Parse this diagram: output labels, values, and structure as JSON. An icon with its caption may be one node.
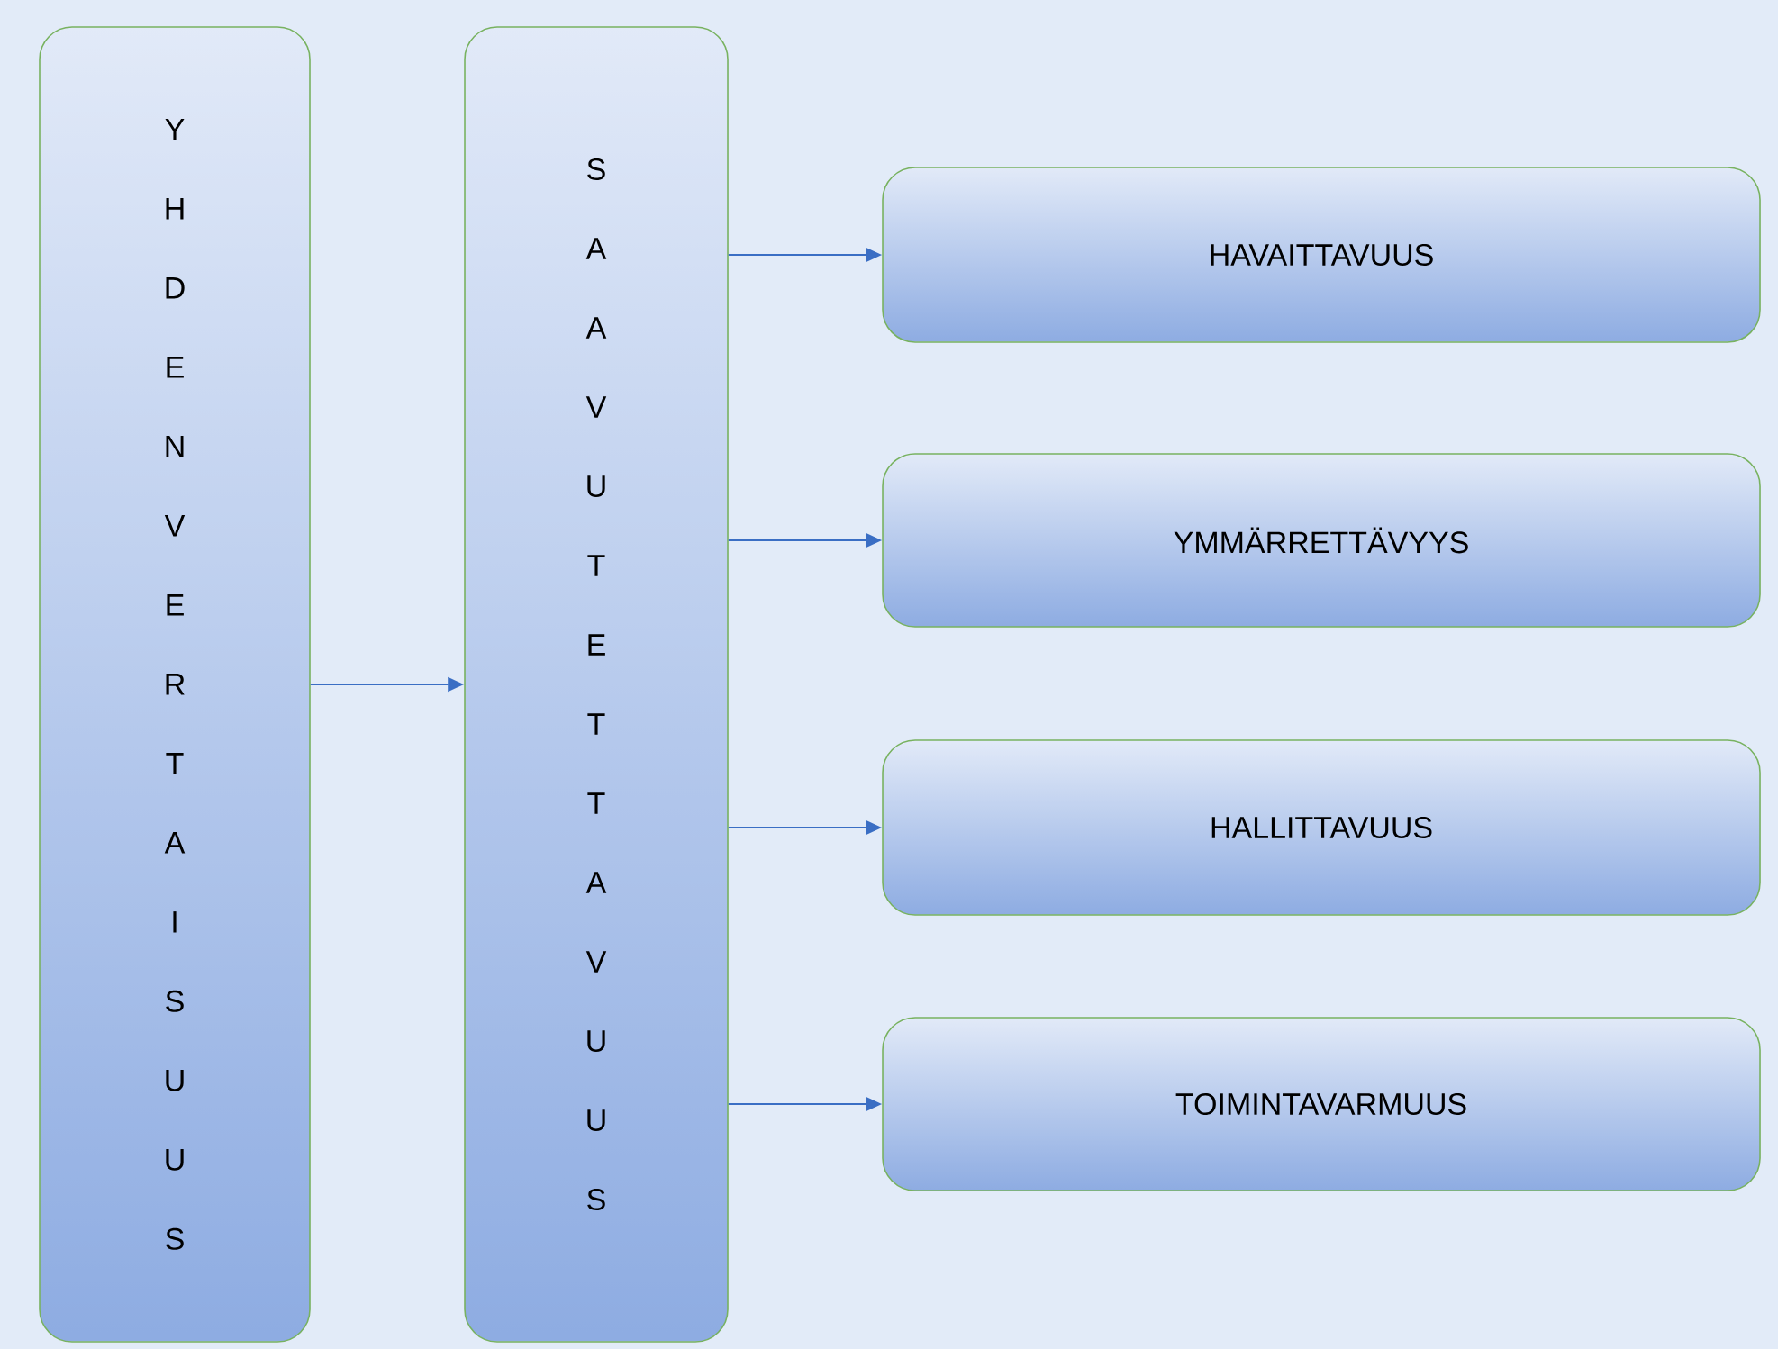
{
  "diagram": {
    "nodes": [
      {
        "text": [
          "YHDENVERTAISUUS"
        ]
      },
      {
        "text": [
          "SAAVUTETTAVUUS"
        ]
      },
      {
        "text": [
          "HAVAITTAVUUS"
        ]
      },
      {
        "text": [
          "YMMÄRRETTÄVYYS"
        ]
      },
      {
        "text": [
          "HALLITTAVUUS"
        ]
      },
      {
        "text": [
          "TOIMINTAVARMUUS"
        ]
      }
    ],
    "edges": [
      {
        "from": 0,
        "to": 1,
        "arrow": "to"
      },
      {
        "from": 1,
        "to": 2,
        "arrow": "to"
      },
      {
        "from": 1,
        "to": 3,
        "arrow": "to"
      },
      {
        "from": 1,
        "to": 4,
        "arrow": "to"
      },
      {
        "from": 1,
        "to": 5,
        "arrow": "to"
      }
    ]
  }
}
